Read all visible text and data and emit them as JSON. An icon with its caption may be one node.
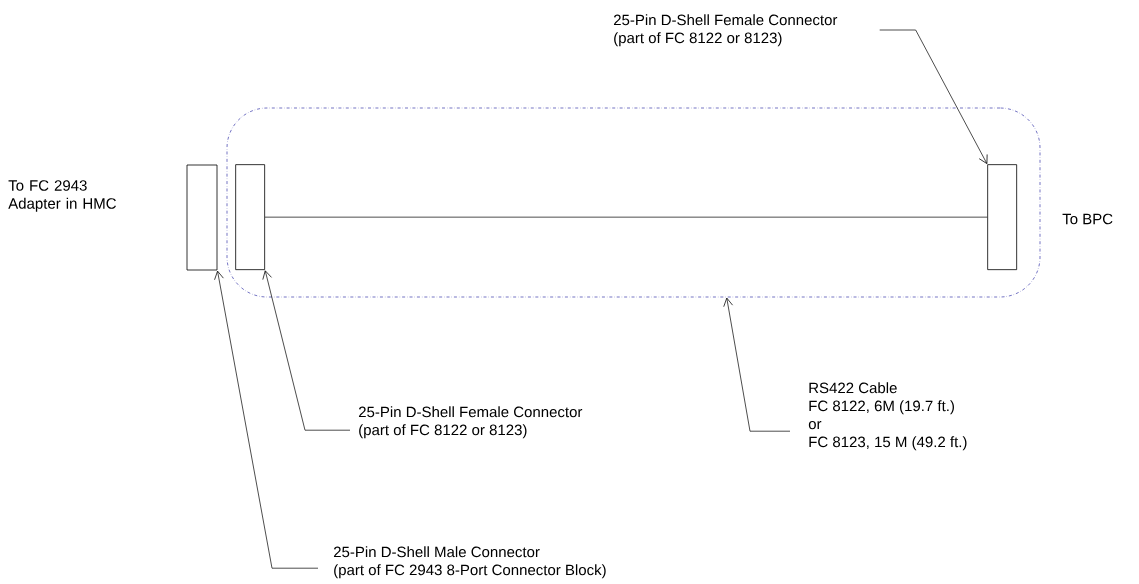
{
  "diagram": {
    "nodes": [
      {
        "text": [],
        "shape": "box"
      },
      {
        "text": [],
        "shape": "box"
      },
      {
        "text": [],
        "shape": "box",
        "in": 0
      },
      {
        "text": [],
        "shape": "box",
        "in": 0
      },
      {
        "text": [
          "25-Pin D-Shell Female Connector",
          "(part of FC 8122 or 8123)"
        ]
      },
      {
        "text": [
          "25-Pin D-Shell Female Connector",
          "(part of FC 8122 or 8123)"
        ]
      },
      {
        "text": [
          "RS422 Cable",
          "FC 8122, 6M (19.7 ft.)",
          "or",
          "FC 8123, 15 M (49.2 ft.)"
        ]
      },
      {
        "text": [
          "25-Pin D-Shell Male Connector",
          "(part of FC 2943 8-Port Connector Block)"
        ]
      }
    ],
    "edges": [
      {
        "from": 2,
        "to": 3,
        "arrow": "none"
      },
      {
        "from": 4,
        "to": 3,
        "arrow": "to"
      },
      {
        "from": 5,
        "to": 2,
        "arrow": "to"
      },
      {
        "from": 6,
        "to": 0,
        "arrow": "to"
      },
      {
        "from": 7,
        "to": 1,
        "arrow": "to"
      }
    ],
    "labels": [
      "To FC 2943 Adapter in HMC",
      "To BPC"
    ]
  }
}
